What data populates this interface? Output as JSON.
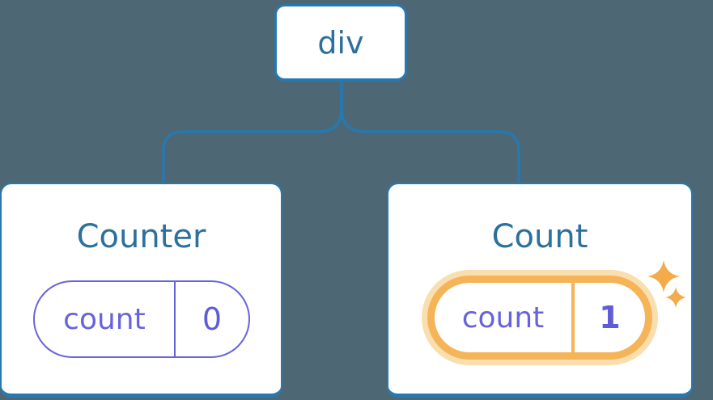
{
  "diagram": {
    "type": "component-tree",
    "description": "React component tree: a div root with two child components; the second child's state was just updated (highlighted with sparkles).",
    "root": {
      "label": "div"
    },
    "children": [
      {
        "title": "Counter",
        "state_key": "count",
        "state_value": "0",
        "highlighted": false
      },
      {
        "title": "Count",
        "state_key": "count",
        "state_value": "1",
        "highlighted": true
      }
    ],
    "colors": {
      "background": "#4D6874",
      "card_fill": "#FFFFFF",
      "card_border": "#2878B0",
      "connector_line": "#2878B0",
      "label_text": "#2C709E",
      "state_purple": "#6764DB",
      "state_value_purple": "#5E5CD7",
      "highlight_orange": "#F5B457",
      "highlight_glow": "#F9DFAF",
      "sparkle_orange": "#F3AB4B"
    }
  }
}
